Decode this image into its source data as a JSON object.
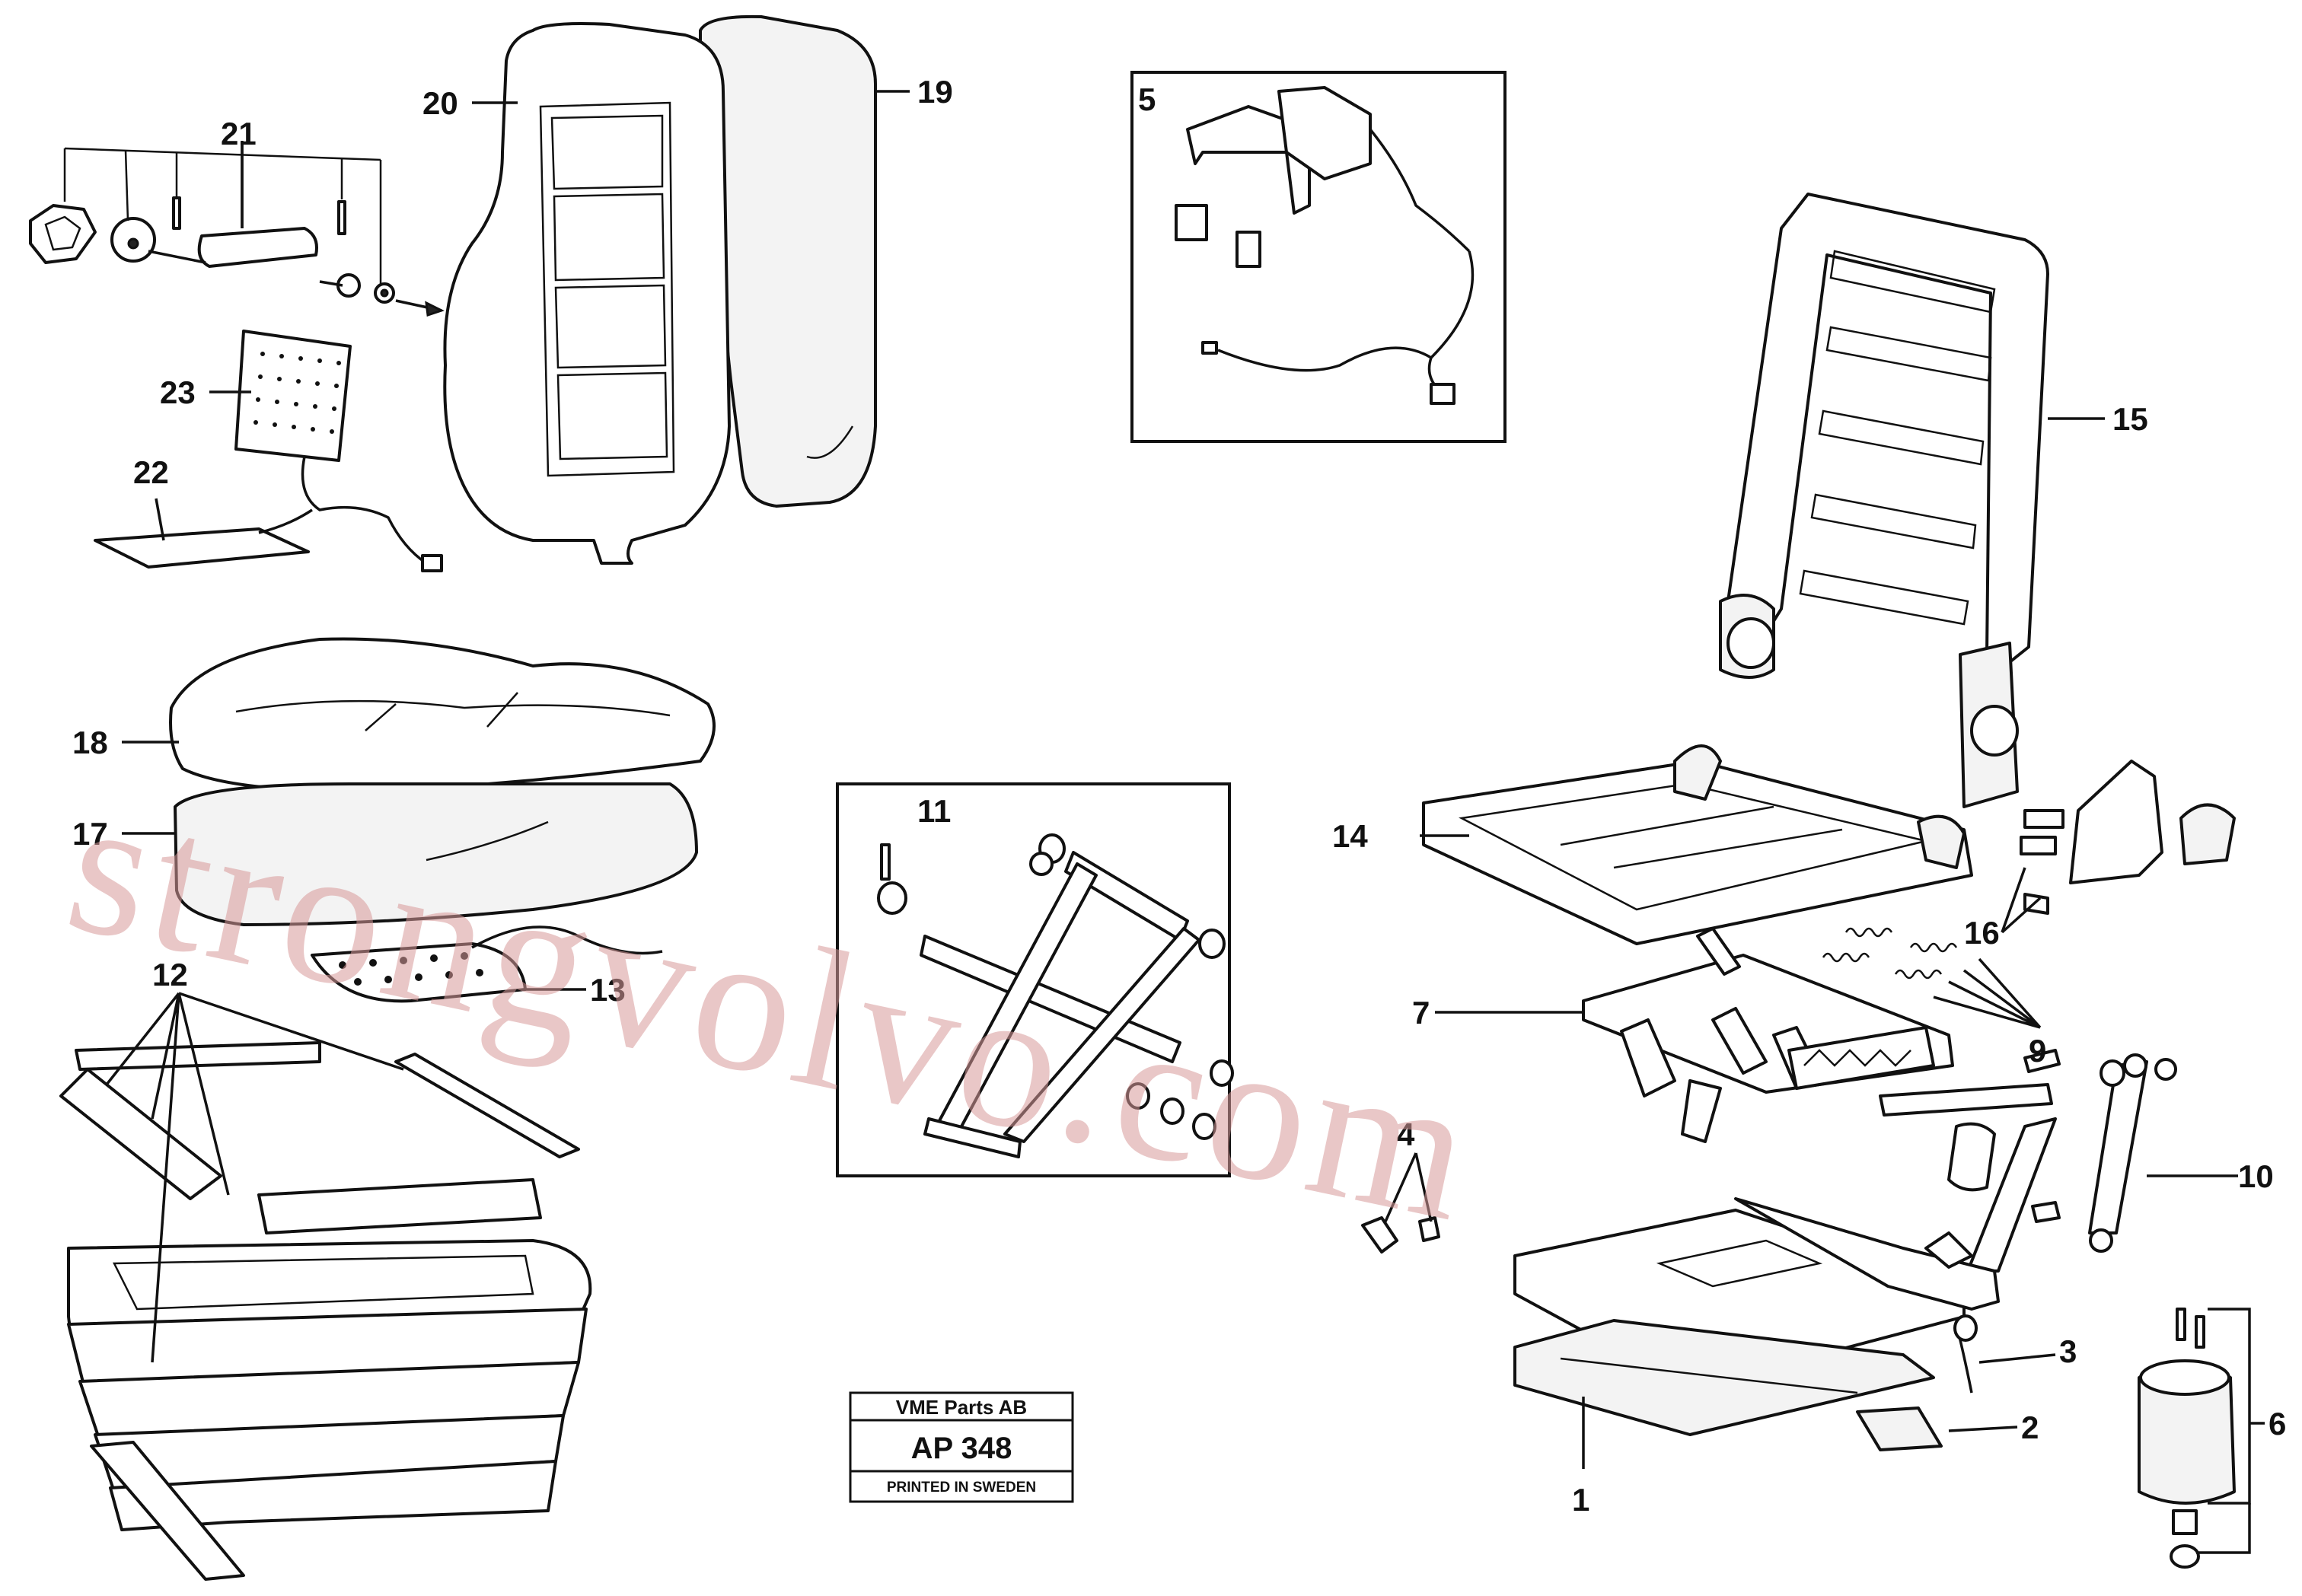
{
  "callouts": {
    "c1": "1",
    "c2": "2",
    "c3": "3",
    "c4": "4",
    "c5": "5",
    "c6": "6",
    "c7": "7",
    "c9": "9",
    "c10": "10",
    "c11": "11",
    "c12": "12",
    "c13": "13",
    "c14": "14",
    "c15": "15",
    "c16": "16",
    "c17": "17",
    "c18": "18",
    "c19": "19",
    "c20": "20",
    "c21": "21",
    "c22": "22",
    "c23": "23"
  },
  "title_block": {
    "company": "VME Parts AB",
    "code": "AP 348",
    "printed": "PRINTED IN SWEDEN"
  },
  "watermark": "strongvolvo.com",
  "icons": [
    "seat-back-cushion",
    "seat-frame",
    "suspension-bellows",
    "wiring-harness",
    "heating-pad",
    "shock-absorber"
  ]
}
